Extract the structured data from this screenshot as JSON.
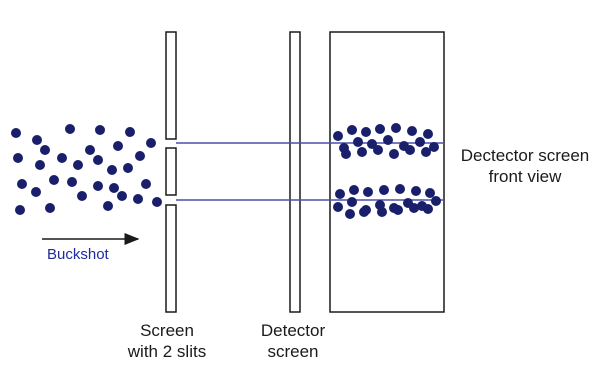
{
  "labels": {
    "buckshot": "Buckshot",
    "slit_screen": [
      "Screen",
      "with 2 slits"
    ],
    "detector_screen": [
      "Detector",
      "screen"
    ],
    "front_view": [
      "Dectector screen",
      "front view"
    ]
  },
  "colors": {
    "dot": "#1a1f6b",
    "beam": "#4a4ea8",
    "outline": "#1a1a1a",
    "arrow": "#1a1a1a",
    "buckshot_text": "#1f2a9e"
  }
}
